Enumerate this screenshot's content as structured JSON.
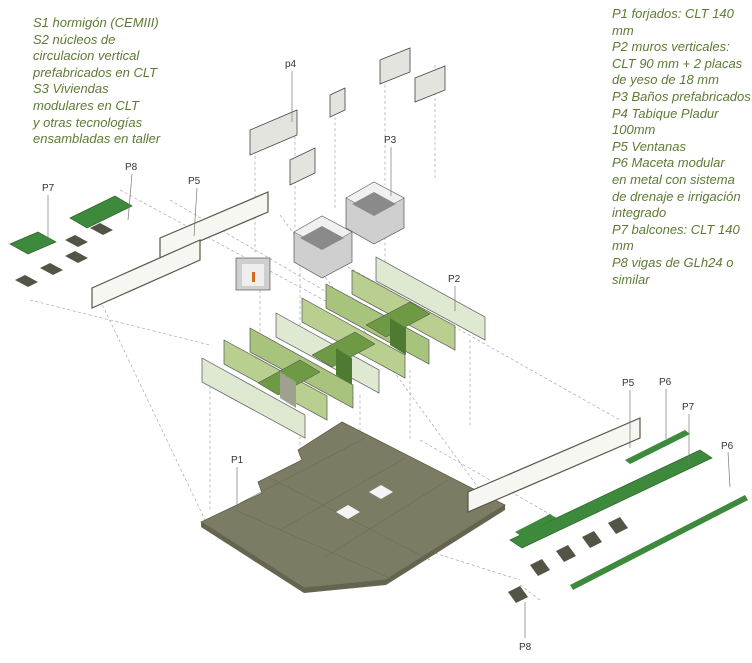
{
  "legend_left": [
    "S1 hormigón (CEMIII)",
    "S2 núcleos de",
    "circulacion vertical",
    "prefabricados en CLT",
    "S3 Viviendas",
    "modulares en CLT",
    "y otras tecnologías",
    "ensambladas en taller"
  ],
  "legend_right": [
    "P1 forjados: CLT 140",
    "mm",
    "P2 muros verticales:",
    "CLT 90 mm + 2 placas",
    "de yeso de 18 mm",
    "P3 Baños prefabricados",
    "P4 Tabique Pladur",
    "100mm",
    "P5  Ventanas",
    "P6 Maceta modular",
    "en metal con sistema",
    "de drenaje e irrigación",
    "integrado",
    "P7  balcones: CLT 140",
    "mm",
    "P8  vigas de GLh24 o",
    "similar"
  ],
  "labels": {
    "p1": "P1",
    "p2": "P2",
    "p3": "P3",
    "p4": "p4",
    "p5_left": "P5",
    "p5_right": "P5",
    "p6_a": "P6",
    "p6_b": "P6",
    "p7_left": "P7",
    "p7_right": "P7",
    "p8_top": "P8",
    "p8_bottom": "P8"
  },
  "colors": {
    "text_green": "#5d7a34",
    "slab": "#7c7c64",
    "wall_light": "#dfe8d0",
    "wall_mid": "#a8c47c",
    "wall_dark": "#6f9a45",
    "balcony_green": "#3e8a3c",
    "beam": "#545446",
    "window_frame": "#5b5648"
  }
}
